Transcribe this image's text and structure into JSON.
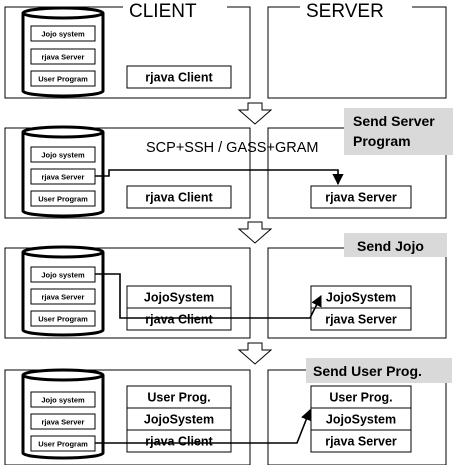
{
  "headers": {
    "client": "CLIENT",
    "server": "SERVER"
  },
  "disk_labels": {
    "jojo_system": "Jojo system",
    "rjava_server": "rjava Server",
    "user_program": "User Program"
  },
  "protocol_label": "SCP+SSH / GASS+GRAM",
  "callouts": {
    "send_server_program_line1": "Send Server",
    "send_server_program_line2": "Program",
    "send_jojo": "Send Jojo",
    "send_user_prog": "Send User Prog."
  },
  "client_boxes": {
    "rjava_client": "rjava Client",
    "jojo_system": "JojoSystem",
    "user_prog": "User Prog."
  },
  "server_boxes": {
    "rjava_server": "rjava Server",
    "jojo_system": "JojoSystem",
    "user_prog": "User Prog."
  },
  "colors": {
    "callout_bg": "#d9d9d9",
    "line": "#000000"
  }
}
